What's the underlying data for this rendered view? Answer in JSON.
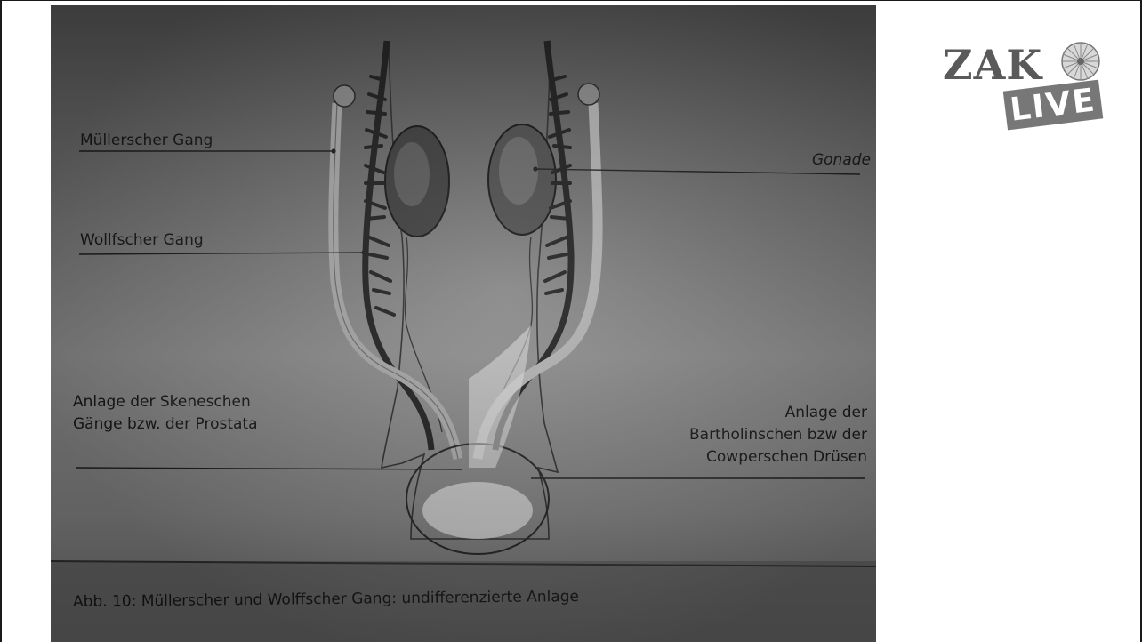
{
  "labels": {
    "muellerscher_gang": "Müllerscher Gang",
    "gonade": "Gonade",
    "wolffscher_gang": "Wollfscher Gang",
    "skene_line1": "Anlage der Skeneschen",
    "skene_line2": "Gänge bzw. der Prostata",
    "bartholin_line1": "Anlage der",
    "bartholin_line2": "Bartholinschen bzw der",
    "bartholin_line3": "Cowperschen Drüsen"
  },
  "caption": "Abb. 10: Müllerscher und Wolffscher Gang: undifferenzierte Anlage",
  "logo": {
    "text": "ZAK",
    "badge": "LIVE",
    "icon": "dandelion-icon"
  }
}
